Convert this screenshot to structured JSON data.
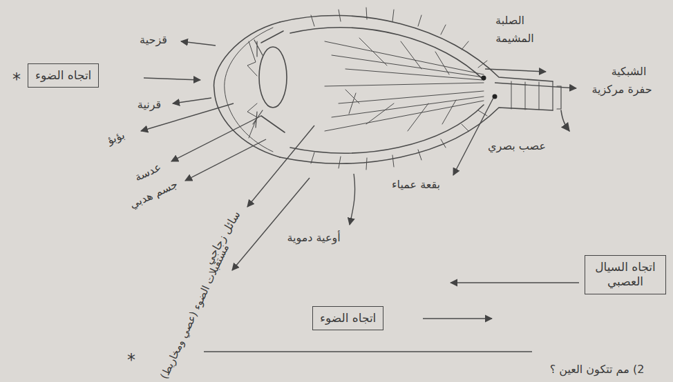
{
  "diagram": {
    "nodes": [
      {
        "text": [
          "اتجاه الضوء"
        ]
      },
      {
        "text": [
          "اتجاه السيال العصبي"
        ]
      },
      {
        "text": [
          "اتجاه الضوء"
        ]
      }
    ],
    "labels": [
      "قزحية",
      "*",
      "قرنية",
      "بؤبؤ",
      "عدسة",
      "جسم هدبي",
      "سائل زجاجي",
      "مستقبلات الضوء (عصي ومخاريط)",
      "*",
      "الصلبة",
      "المشيمة",
      "الشبكية",
      "حفرة مركزية",
      "عصب بصري",
      "بقعة عمياء",
      "أوعية دموية",
      "2) مم تتكون العين ؟"
    ]
  }
}
